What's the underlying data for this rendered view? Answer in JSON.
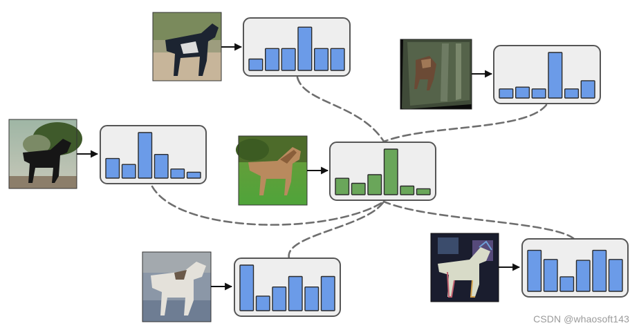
{
  "colors": {
    "bar_blue": "#6b9be8",
    "bar_green": "#6aa65a",
    "panel_fill": "#eeeeee",
    "panel_stroke": "#555555",
    "connector": "#6e6e6e",
    "arrow": "#111111"
  },
  "watermark": "CSDN @whaosoft143",
  "center": {
    "id": "center",
    "bars": [
      0.36,
      0.25,
      0.44,
      1.0,
      0.19,
      0.13
    ],
    "color": "green"
  },
  "augmentations": [
    {
      "id": "top",
      "bars": [
        0.25,
        0.48,
        0.48,
        0.95,
        0.48,
        0.48
      ],
      "color": "blue"
    },
    {
      "id": "top-right",
      "bars": [
        0.2,
        0.24,
        0.2,
        1.0,
        0.2,
        0.38
      ],
      "color": "blue"
    },
    {
      "id": "left",
      "bars": [
        0.43,
        0.3,
        1.0,
        0.52,
        0.2,
        0.13
      ],
      "color": "blue"
    },
    {
      "id": "bottom",
      "bars": [
        1.0,
        0.32,
        0.52,
        0.75,
        0.52,
        0.75
      ],
      "color": "blue"
    },
    {
      "id": "bottom-right",
      "bars": [
        0.9,
        0.7,
        0.32,
        0.68,
        0.9,
        0.7
      ],
      "color": "blue"
    }
  ]
}
